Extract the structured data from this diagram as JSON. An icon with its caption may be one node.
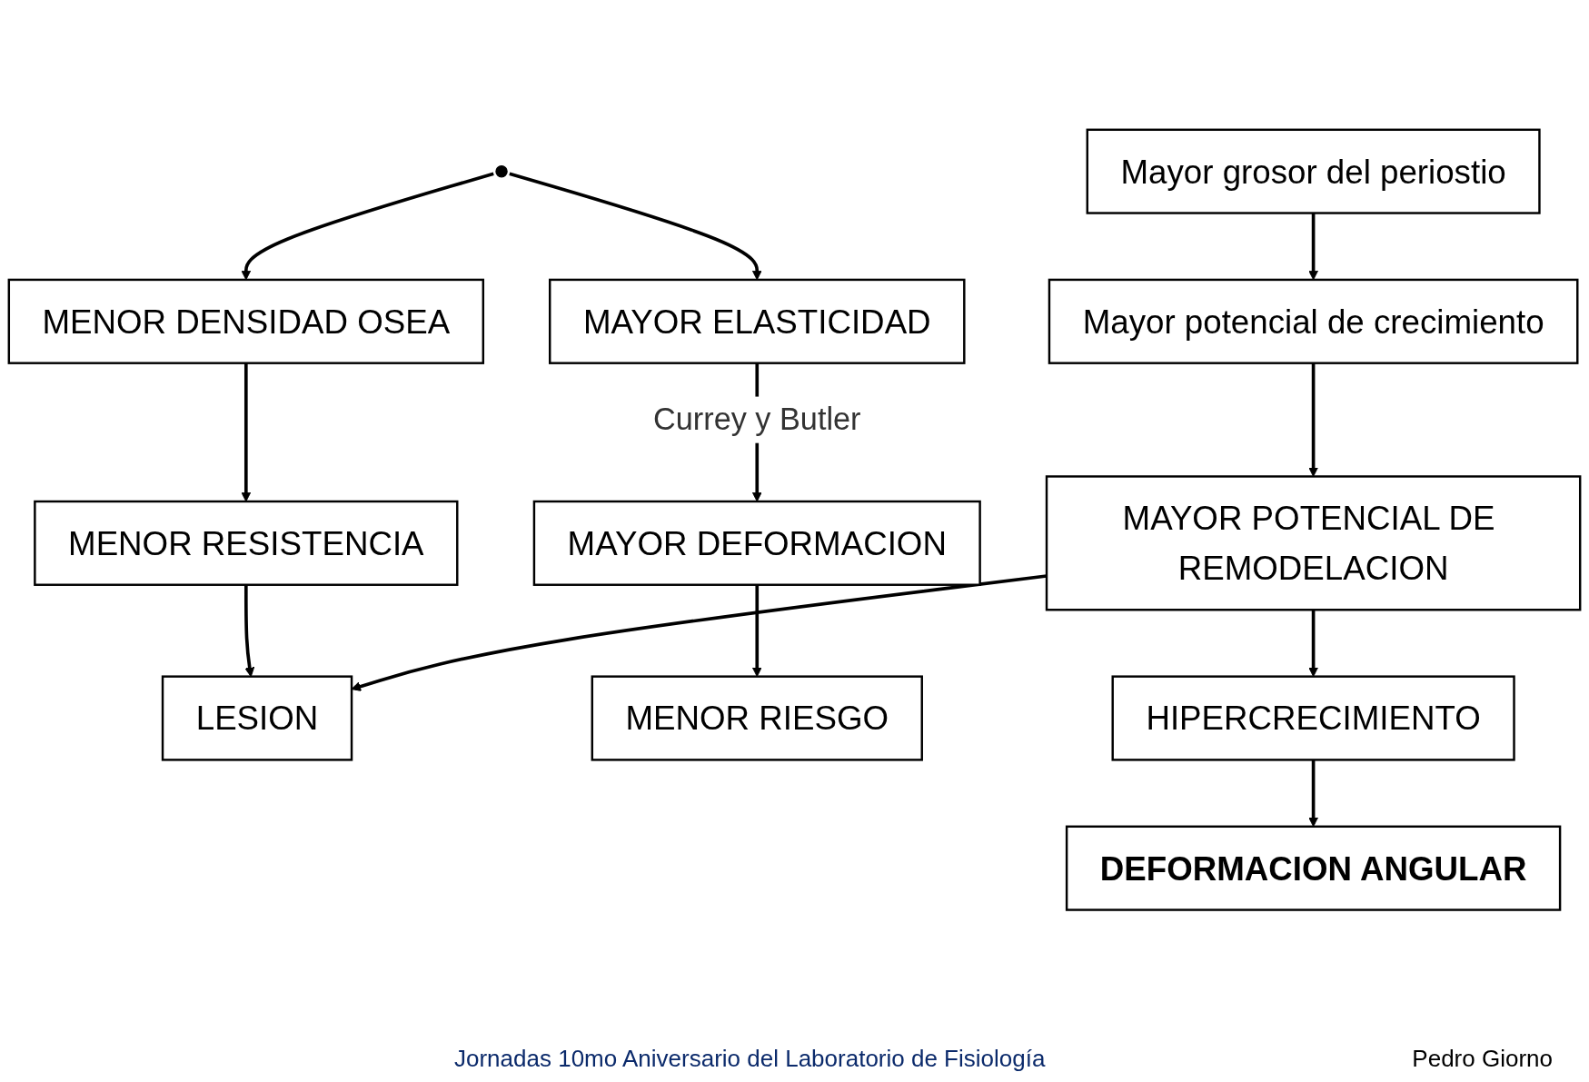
{
  "diagram": {
    "nodes": [
      {
        "text": [
          "MENOR DENSIDAD OSEA"
        ]
      },
      {
        "text": [
          "MAYOR ELASTICIDAD"
        ]
      },
      {
        "text": [
          "MENOR RESISTENCIA"
        ]
      },
      {
        "text": [
          "LESION"
        ]
      },
      {
        "text": [
          "MAYOR DEFORMACION"
        ]
      },
      {
        "text": [
          "MAYOR POTENCIAL DE REMODELACION"
        ]
      },
      {
        "text": [
          "MENOR  RIESGO"
        ]
      },
      {
        "text": [
          "HIPERCRECIMIENTO"
        ]
      },
      {
        "text": [
          "Mayor potencial de crecimiento"
        ]
      },
      {
        "text": [
          "DEFORMACION ANGULAR"
        ]
      },
      {
        "text": [
          "Mayor grosor del periostio"
        ]
      }
    ],
    "edges": [
      {
        "from": null,
        "to": 0,
        "arrow": "to"
      },
      {
        "from": null,
        "to": 1,
        "arrow": "to"
      },
      {
        "from": 0,
        "to": 2,
        "arrow": "to"
      },
      {
        "from": 1,
        "to": 4,
        "arrow": "to",
        "label": "Currey y Butler"
      },
      {
        "from": 2,
        "to": 3,
        "arrow": "to"
      },
      {
        "from": 5,
        "to": 3,
        "arrow": "to"
      },
      {
        "from": 4,
        "to": 6,
        "arrow": "to"
      },
      {
        "from": 5,
        "to": 7,
        "arrow": "to"
      },
      {
        "from": 7,
        "to": 9,
        "arrow": "to"
      },
      {
        "from": 8,
        "to": 5,
        "arrow": "to"
      },
      {
        "from": 10,
        "to": 8,
        "arrow": "to"
      }
    ],
    "labels": [
      "Jornadas 10mo Aniversario del Laboratorio de Fisiología",
      "Pedro Giorno"
    ]
  }
}
